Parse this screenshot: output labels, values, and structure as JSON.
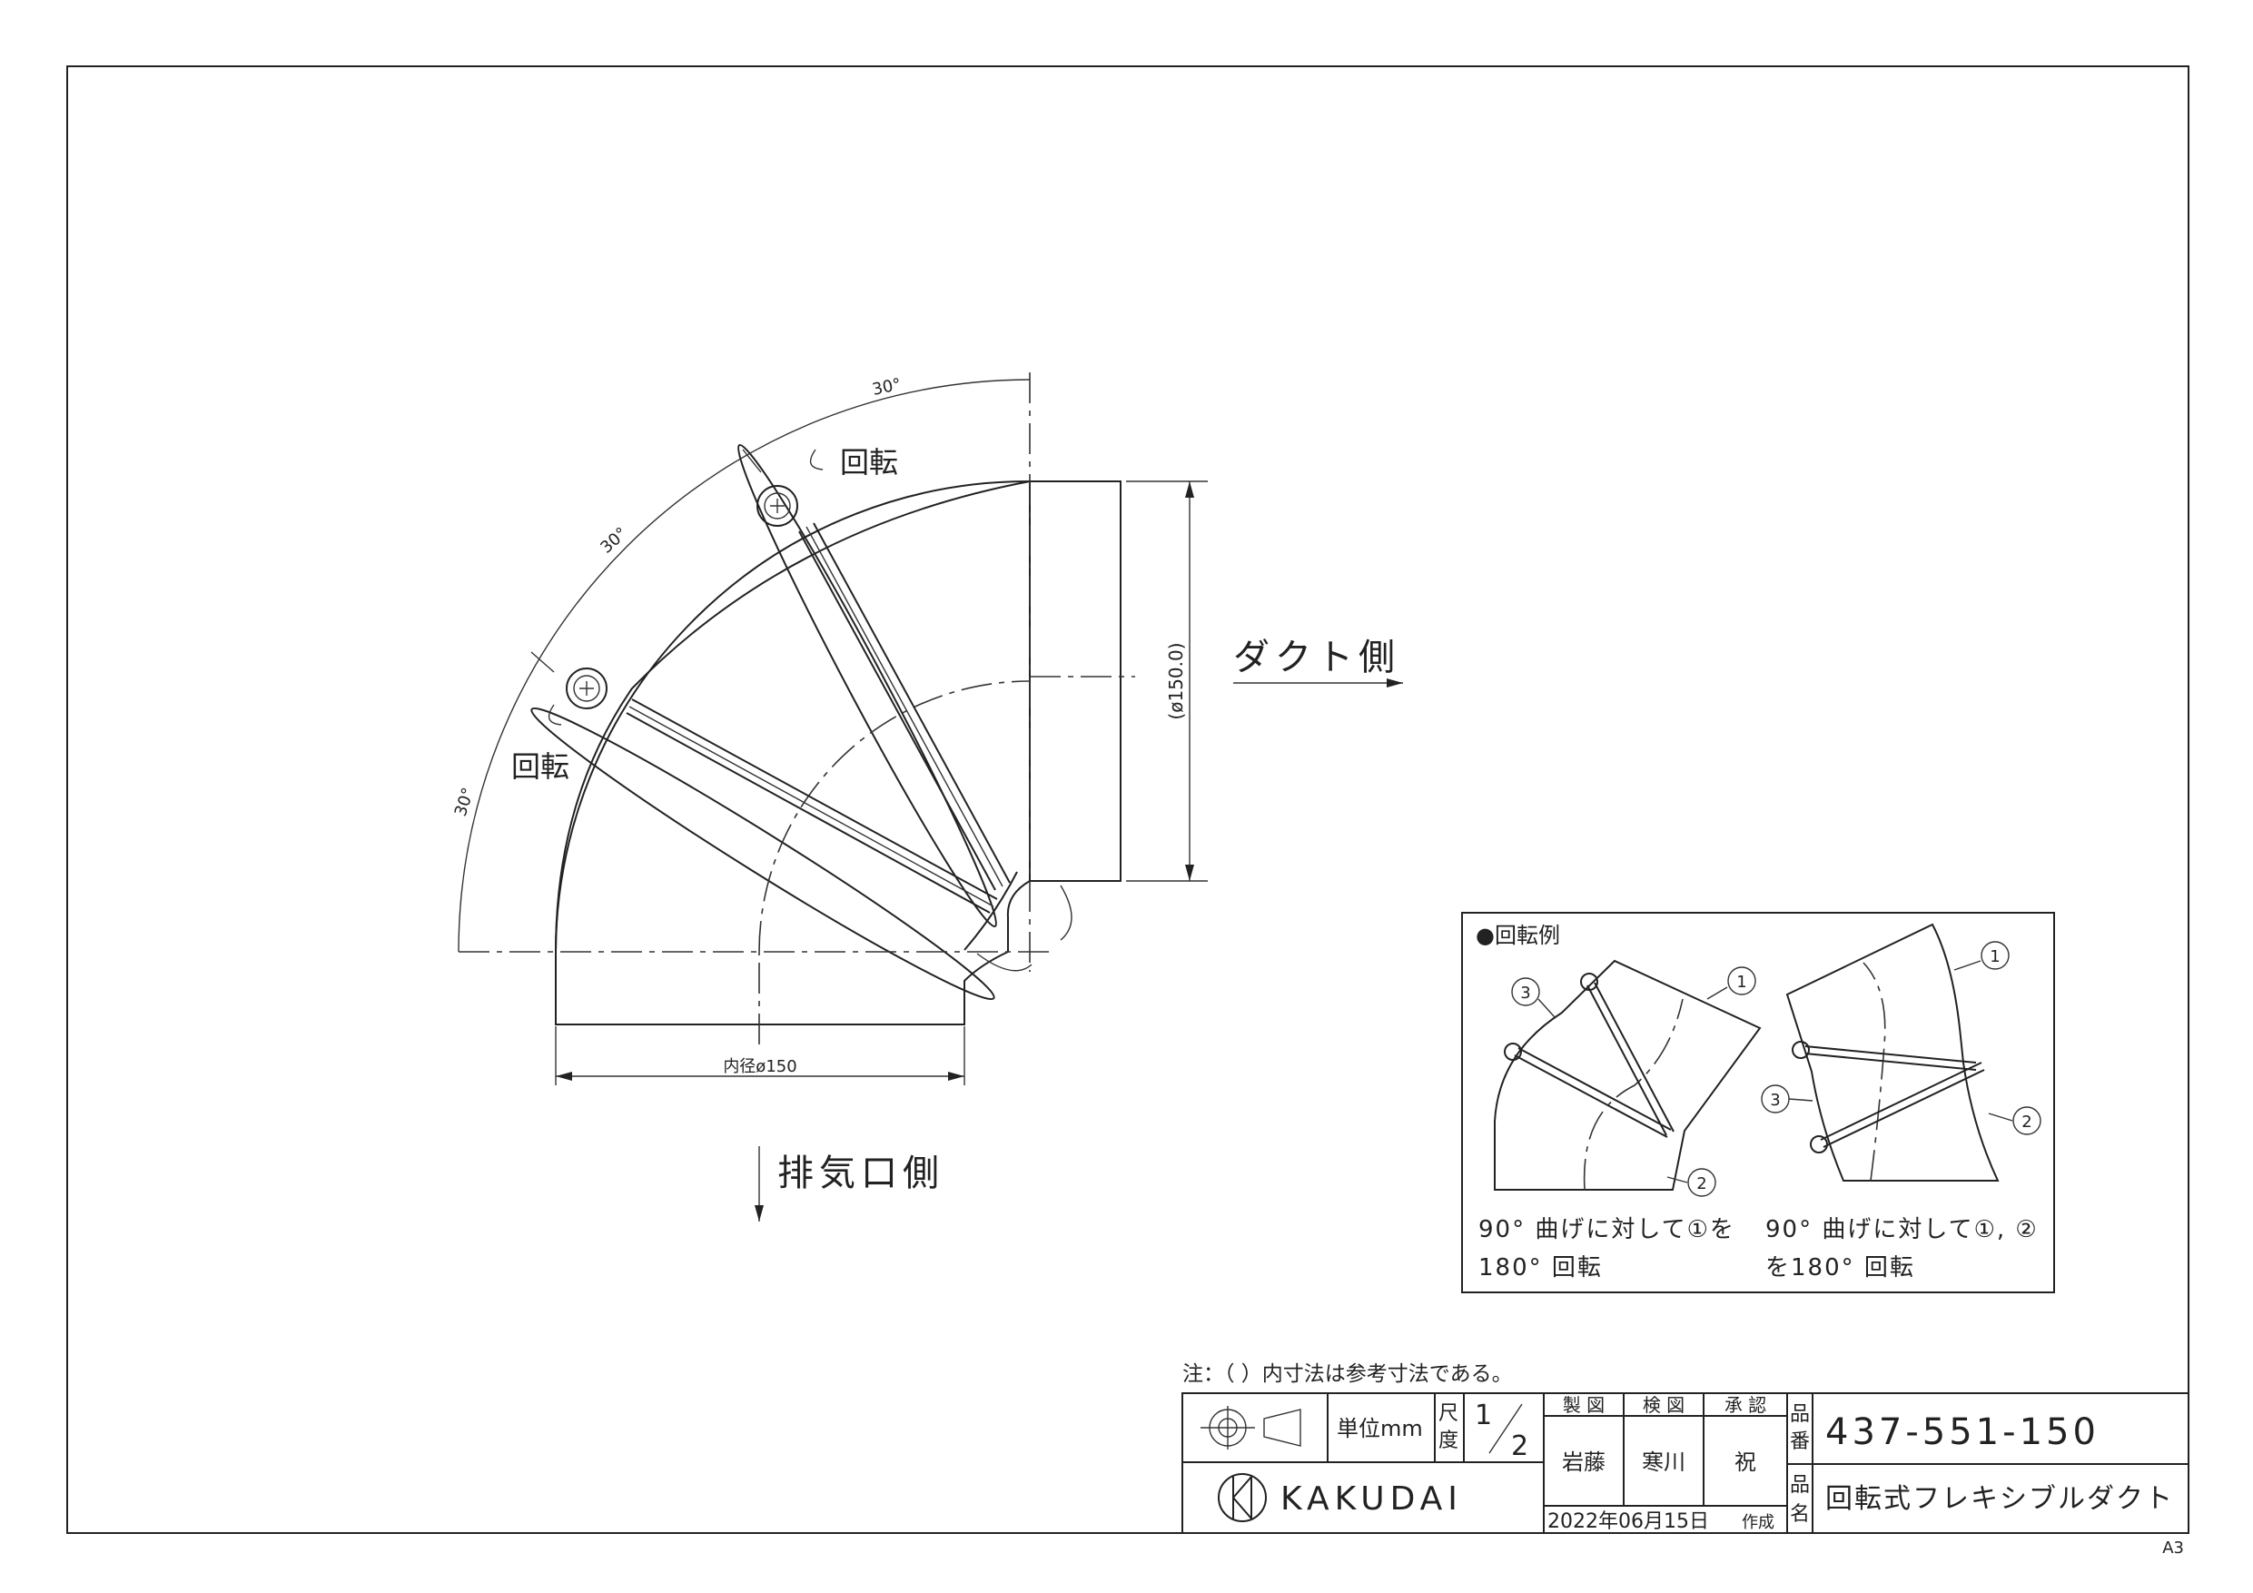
{
  "drawing": {
    "dim_angle_1": "30°",
    "dim_angle_2": "30°",
    "dim_angle_3": "30°",
    "label_rotate_top": "回転",
    "label_rotate_left": "回転",
    "label_duct_side": "ダクト側",
    "label_exhaust_side": "排気口側",
    "dim_diameter_ref": "(ø150.0)",
    "dim_inner_diameter": "内径ø150"
  },
  "inset": {
    "title": "●回転例",
    "callout_1a": "1",
    "callout_2a": "2",
    "callout_3a": "3",
    "callout_1b": "1",
    "callout_2b": "2",
    "callout_3b": "3",
    "caption_left_line1": "90° 曲げに対して①を",
    "caption_left_line2": "180° 回転",
    "caption_right_line1": "90° 曲げに対して①, ②",
    "caption_right_line2": "を180° 回転"
  },
  "note": "注：（ ）内寸法は参考寸法である。",
  "title_block": {
    "unit_label": "単位mm",
    "scale_label_1": "尺",
    "scale_label_2": "度",
    "scale_num": "1",
    "scale_den": "2",
    "hdr_drawn": "製 図",
    "hdr_checked": "検 図",
    "hdr_approved": "承 認",
    "name_drawn": "岩藤",
    "name_checked": "寒川",
    "name_approved": "祝",
    "part_no_label_1": "品",
    "part_no_label_2": "番",
    "part_no": "437-551-150",
    "part_name_label_1": "品",
    "part_name_label_2": "名",
    "part_name": "回転式フレキシブルダクト",
    "brand": "KAKUDAI",
    "date": "2022年06月15日",
    "created": "作成"
  },
  "sheet_size": "A3"
}
